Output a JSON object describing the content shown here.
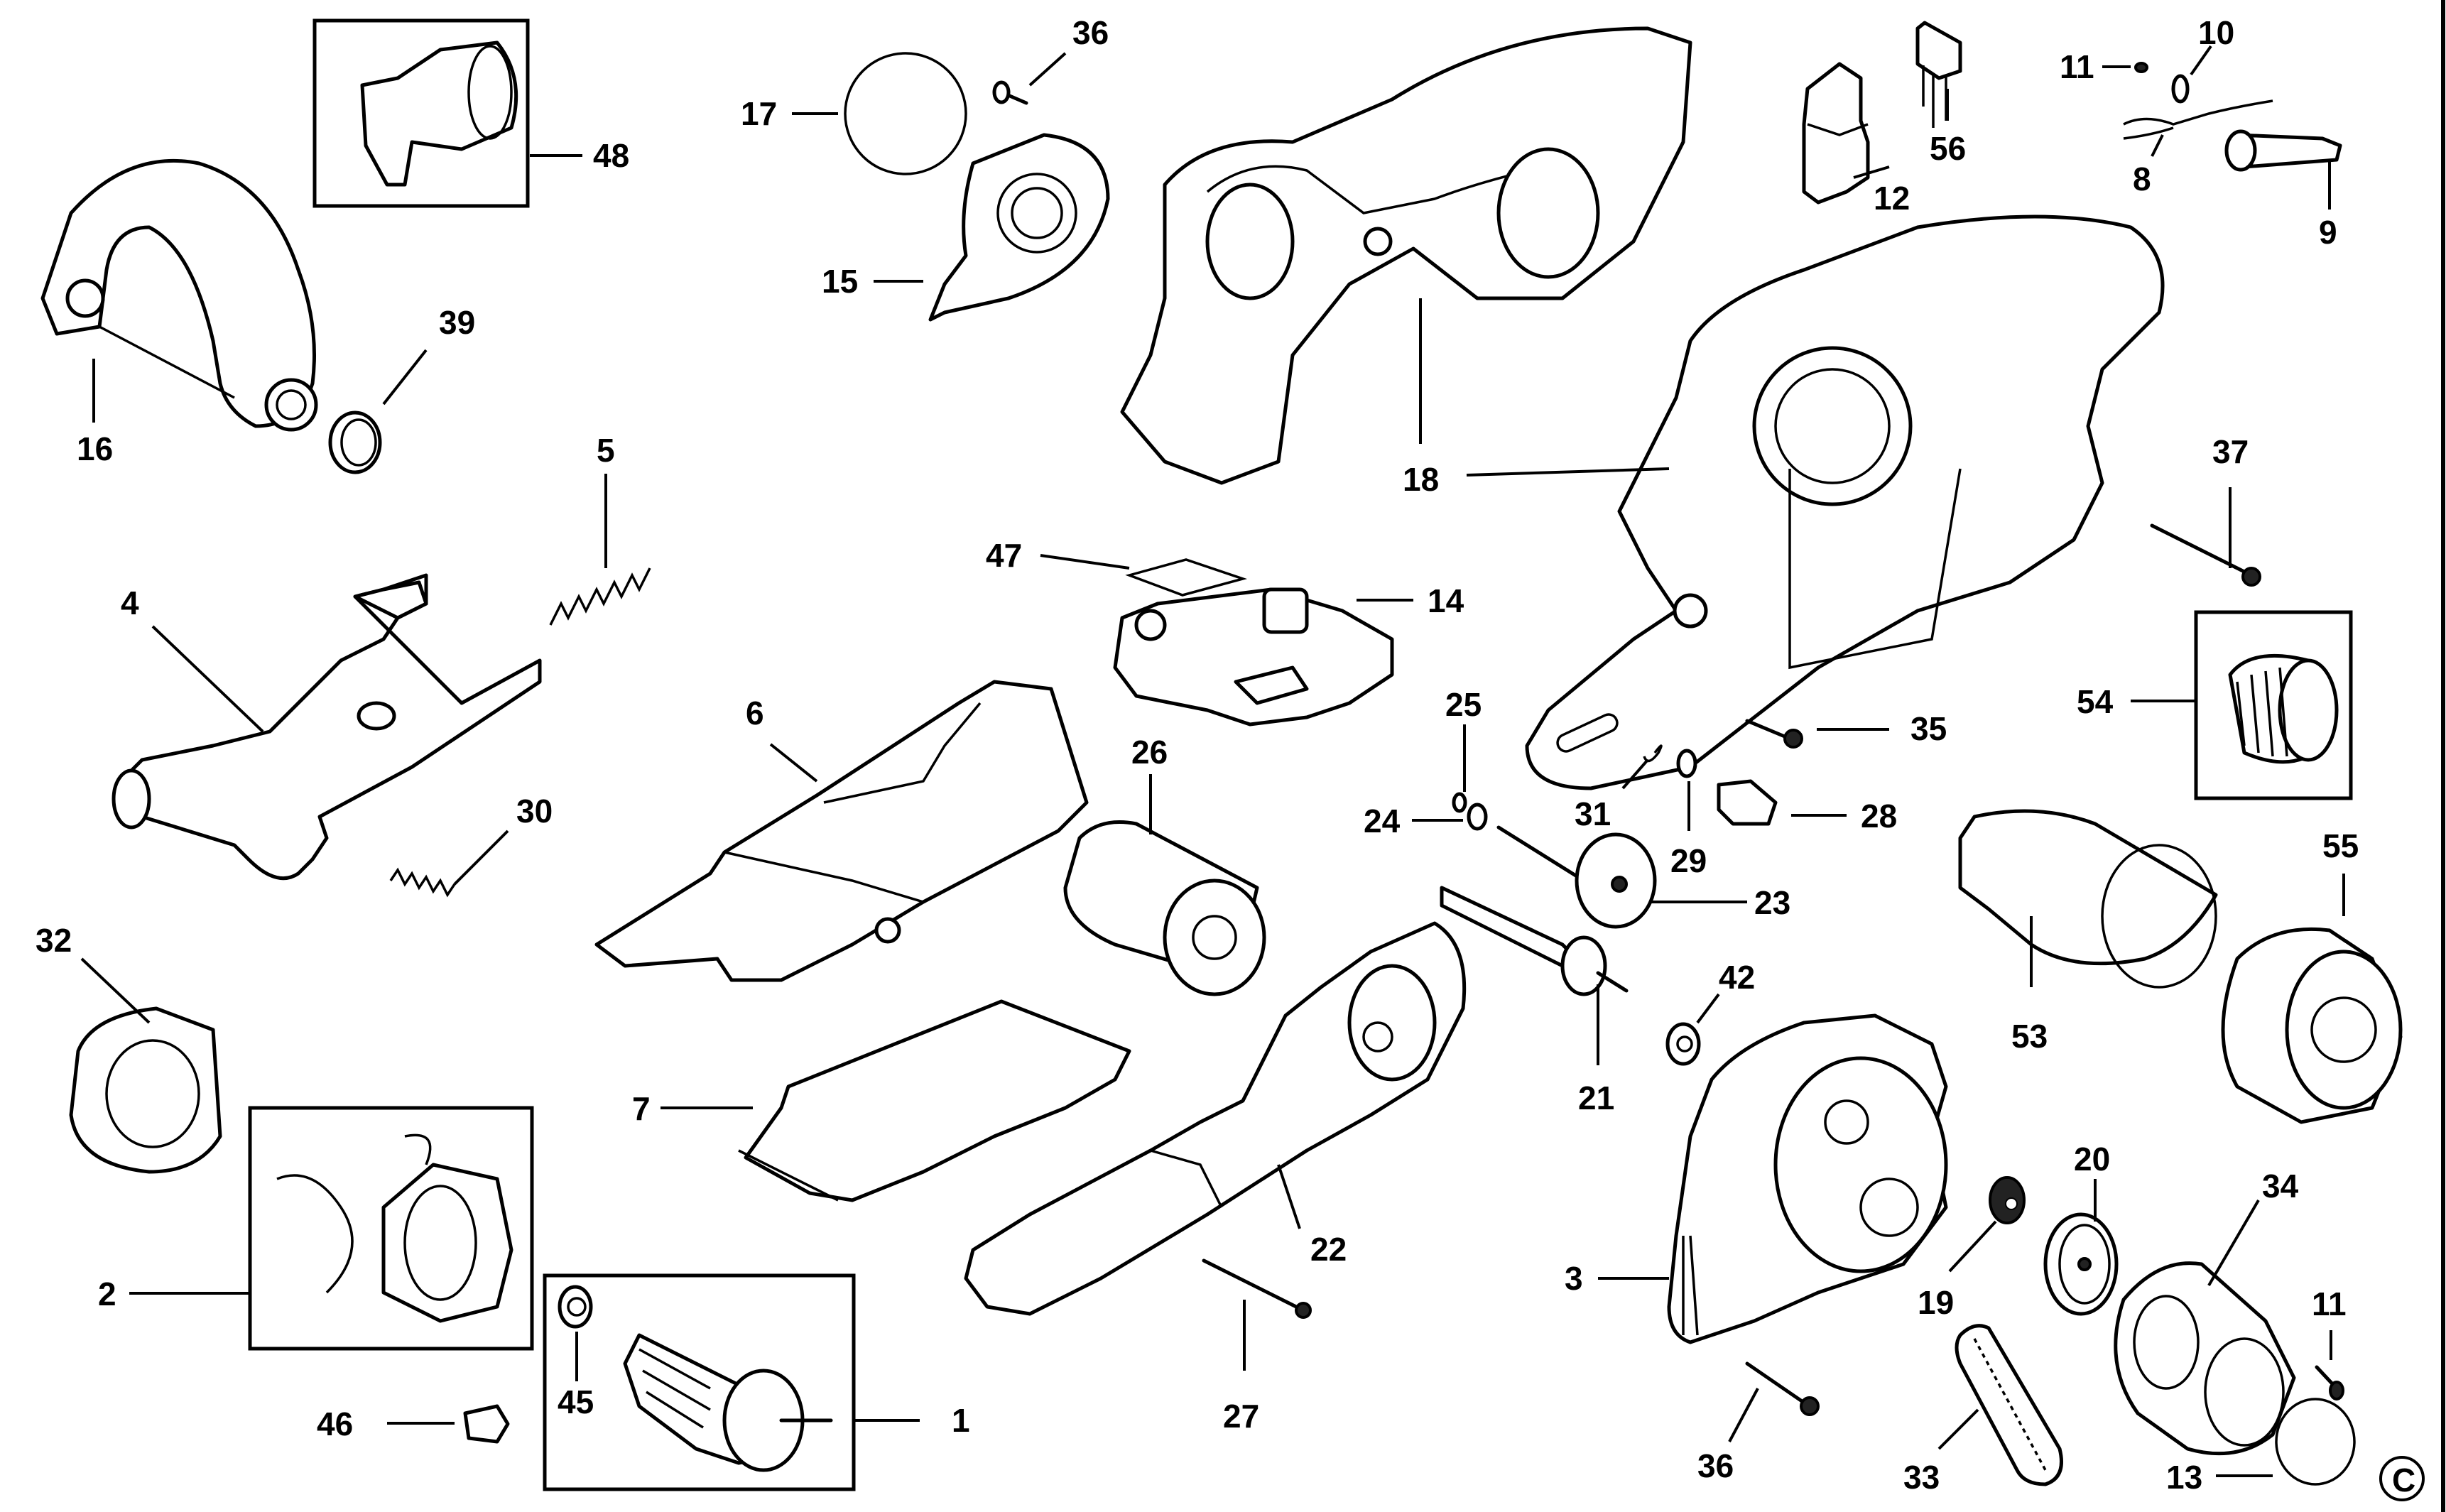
{
  "diagram": {
    "title": "Exploded parts diagram",
    "copyright_symbol": "©",
    "part_labels": [
      {
        "id": "p48",
        "text": "48"
      },
      {
        "id": "p16",
        "text": "16"
      },
      {
        "id": "p39",
        "text": "39"
      },
      {
        "id": "p17",
        "text": "17"
      },
      {
        "id": "p36a",
        "text": "36"
      },
      {
        "id": "p15",
        "text": "15"
      },
      {
        "id": "p18",
        "text": "18"
      },
      {
        "id": "p12",
        "text": "12"
      },
      {
        "id": "p56",
        "text": "56"
      },
      {
        "id": "p11a",
        "text": "11"
      },
      {
        "id": "p10",
        "text": "10"
      },
      {
        "id": "p8",
        "text": "8"
      },
      {
        "id": "p9",
        "text": "9"
      },
      {
        "id": "p5",
        "text": "5"
      },
      {
        "id": "p4",
        "text": "4"
      },
      {
        "id": "p30",
        "text": "30"
      },
      {
        "id": "p47",
        "text": "47"
      },
      {
        "id": "p14",
        "text": "14"
      },
      {
        "id": "p37",
        "text": "37"
      },
      {
        "id": "p54",
        "text": "54"
      },
      {
        "id": "p6",
        "text": "6"
      },
      {
        "id": "p26",
        "text": "26"
      },
      {
        "id": "p25",
        "text": "25"
      },
      {
        "id": "p24",
        "text": "24"
      },
      {
        "id": "p31",
        "text": "31"
      },
      {
        "id": "p29",
        "text": "29"
      },
      {
        "id": "p28",
        "text": "28"
      },
      {
        "id": "p35",
        "text": "35"
      },
      {
        "id": "p23",
        "text": "23"
      },
      {
        "id": "p21",
        "text": "21"
      },
      {
        "id": "p42",
        "text": "42"
      },
      {
        "id": "p53",
        "text": "53"
      },
      {
        "id": "p55",
        "text": "55"
      },
      {
        "id": "p32",
        "text": "32"
      },
      {
        "id": "p7",
        "text": "7"
      },
      {
        "id": "p22",
        "text": "22"
      },
      {
        "id": "p2",
        "text": "2"
      },
      {
        "id": "p45",
        "text": "45"
      },
      {
        "id": "p1",
        "text": "1"
      },
      {
        "id": "p46",
        "text": "46"
      },
      {
        "id": "p27",
        "text": "27"
      },
      {
        "id": "p3",
        "text": "3"
      },
      {
        "id": "p20",
        "text": "20"
      },
      {
        "id": "p19",
        "text": "19"
      },
      {
        "id": "p34",
        "text": "34"
      },
      {
        "id": "p11b",
        "text": "11"
      },
      {
        "id": "p36b",
        "text": "36"
      },
      {
        "id": "p33",
        "text": "33"
      },
      {
        "id": "p13",
        "text": "13"
      }
    ]
  }
}
